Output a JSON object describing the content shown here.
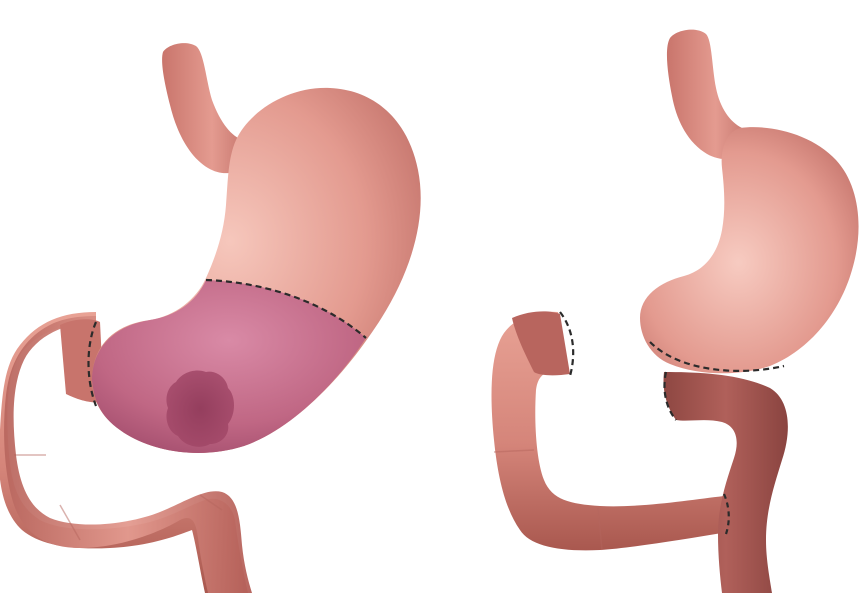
{
  "figure": {
    "panels": [
      {
        "id": "before",
        "shows": [
          "esophagus",
          "stomach",
          "resection-zone",
          "tumor",
          "duodenum"
        ]
      },
      {
        "id": "after",
        "shows": [
          "esophagus",
          "gastric-remnant",
          "duodenal-stump",
          "jejunum",
          "anastomosis"
        ]
      }
    ]
  },
  "colors": {
    "organ": "#e3968c",
    "organ_highlight": "#f3bfb4",
    "organ_shadow": "#a85b55",
    "resection_zone": "#c46e8c",
    "resection_zone_dark": "#9a4566",
    "tumor": "#8e3b5b",
    "intestine": "#d8867b",
    "intestine_dark": "#9b4f4b",
    "cut_line": "#2b2b2b"
  }
}
